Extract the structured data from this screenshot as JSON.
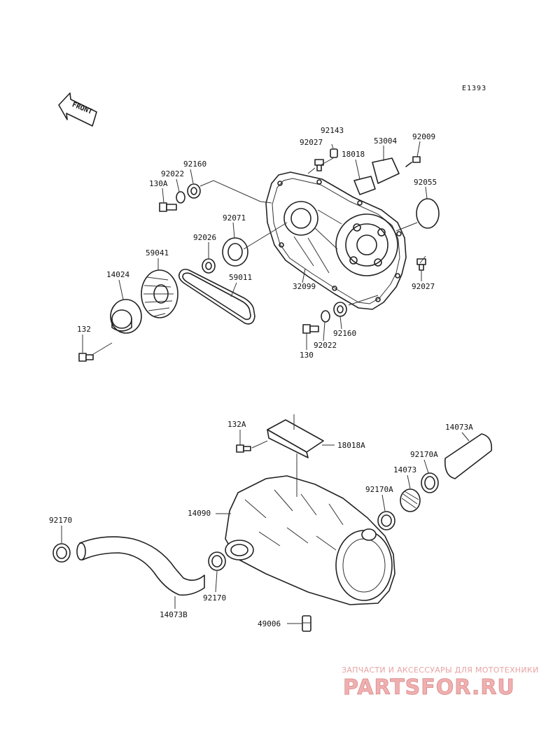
{
  "sheet_code": "E1393",
  "front_label": "FRONT",
  "labels": {
    "p92143": "92143",
    "p92027_top": "92027",
    "p53004": "53004",
    "p92009": "92009",
    "p18018": "18018",
    "p92160_top": "92160",
    "p92022_top": "92022",
    "p130A": "130A",
    "p92055": "92055",
    "p92071": "92071",
    "p92026": "92026",
    "p59041": "59041",
    "p14024": "14024",
    "p59011": "59011",
    "p32099": "32099",
    "p92027_right": "92027",
    "p132": "132",
    "p92160_bot": "92160",
    "p92022_bot": "92022",
    "p130": "130",
    "p132A": "132A",
    "p18018A": "18018A",
    "p14073A": "14073A",
    "p92170A_top": "92170A",
    "p14073": "14073",
    "p92170A_mid": "92170A",
    "p14090": "14090",
    "p92170_left": "92170",
    "p92170_mid": "92170",
    "p14073B": "14073B",
    "p49006": "49006"
  },
  "watermark": {
    "tagline": "ЗАПЧАСТИ И АКСЕССУАРЫ ДЛЯ МОТОТЕХНИКИ",
    "brand": "PARTSFOR.RU"
  }
}
